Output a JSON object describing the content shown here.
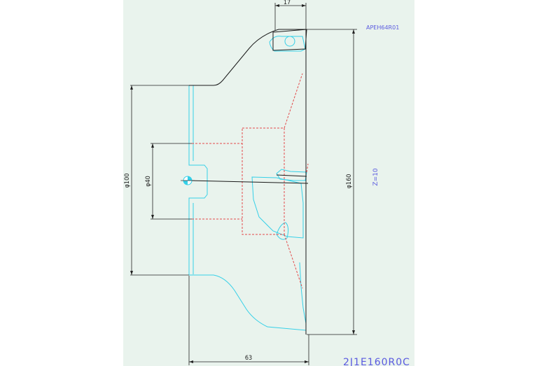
{
  "drawing": {
    "insert_code": "APEH64R01",
    "teeth": "Z=10",
    "part_number": "2J1E160R0C"
  },
  "dimensions": {
    "insert_width": "17",
    "bore_dia": "φ40",
    "hub_dia": "φ100",
    "cutter_dia": "φ160",
    "total_length": "63"
  },
  "colors": {
    "sheet": "#e9f3ed",
    "outline": "#1a1a1a",
    "body": "#35d0e8",
    "hidden": "#e24a4a",
    "text_blue": "#5a5ae0"
  }
}
